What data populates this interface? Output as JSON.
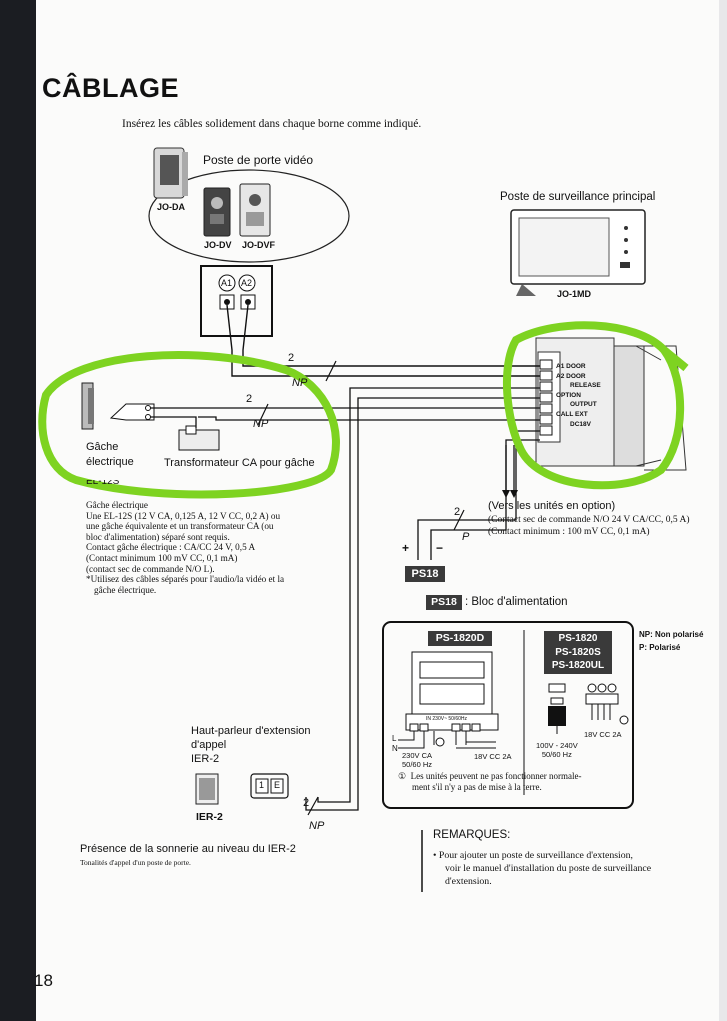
{
  "page": {
    "title": "CÂBLAGE",
    "intro": "Insérez les câbles solidement dans chaque borne comme indiqué.",
    "page_number": "18"
  },
  "door_station": {
    "label": "Poste de porte vidéo",
    "models": [
      "JO-DA",
      "JO-DV",
      "JO-DVF"
    ],
    "terminals": [
      "A1",
      "A2"
    ]
  },
  "master": {
    "label": "Poste de surveillance principal",
    "model": "JO-1MD",
    "terminals": [
      "A1",
      "A2",
      "DOOR",
      "DOOR",
      "RELEASE",
      "OPTION",
      "OUTPUT",
      "CALL",
      "EXT",
      "DC18V"
    ]
  },
  "wires": {
    "count": "2",
    "np": "NP",
    "p": "P"
  },
  "strike": {
    "label_line1": "Gâche",
    "label_line2": "électrique",
    "transformer": "Transformateur CA pour gâche",
    "model_partial": "EL-12S",
    "notes": [
      "Gâche électrique",
      "Une EL-12S (12 V CA, 0,125 A, 12 V CC, 0,2 A) ou",
      "une gâche équivalente et un transformateur CA (ou",
      "bloc d'alimentation) séparé sont requis.",
      "Contact gâche électrique : CA/CC 24 V, 0,5 A",
      "(Contact minimum  100 mV CC, 0,1 mA)",
      "(contact sec de commande N/O L).",
      "*Utilisez des câbles séparés pour l'audio/la vidéo et la",
      "gâche électrique."
    ]
  },
  "options": {
    "line1": "(Vers les unités en option)",
    "line2": "(Contact sec de commande N/O 24 V CA/CC, 0,5 A)",
    "line3": "(Contact minimum : 100 mV CC, 0,1 mA)"
  },
  "power": {
    "tag": "PS18",
    "plus": "+",
    "minus": "−",
    "legend": ": Bloc d'alimentation",
    "ps_a": "PS-1820D",
    "ps_b": [
      "PS-1820",
      "PS-1820S",
      "PS-1820UL"
    ],
    "ac_in": "230V CA",
    "ac_hz": "50/60 Hz",
    "dc_out": "18V CC 2A",
    "dc_out_b": "18V CC 2A",
    "ac_range": "100V - 240V",
    "ac_range_hz": "50/60 Hz",
    "label_L": "L",
    "label_N": "N",
    "label_device": "IN 230V~ 50/60Hz",
    "ground_note_1": "Les unités peuvent ne pas fonctionner normale-",
    "ground_note_2": "ment s'il n'y a pas de mise à la terre."
  },
  "legend": {
    "np": "NP: Non polarisé",
    "p": "P: Polarisé"
  },
  "speaker": {
    "line1": "Haut-parleur d'extension",
    "line2": "d'appel",
    "line3": "IER-2",
    "model": "IER-2",
    "terminals": [
      "1",
      "E"
    ]
  },
  "chime": {
    "title": "Présence de la sonnerie au niveau du IER-2",
    "sub": "Tonalités d'appel d'un poste de porte."
  },
  "remarks": {
    "title": "REMARQUES:",
    "lines": [
      "• Pour ajouter un poste de surveillance d'extension,",
      "voir le manuel d'installation du poste de surveillance",
      "d'extension."
    ]
  },
  "highlight_color": "#7ed321"
}
